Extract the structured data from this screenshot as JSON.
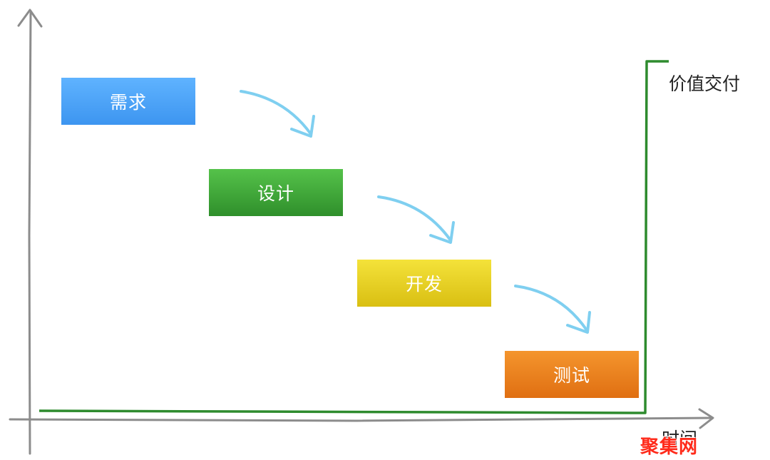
{
  "stages": [
    {
      "label": "需求",
      "color": "#4aa6fb"
    },
    {
      "label": "设计",
      "color": "#3aa436"
    },
    {
      "label": "开发",
      "color": "#e8cf20"
    },
    {
      "label": "测试",
      "color": "#eb7f1c"
    }
  ],
  "axes": {
    "y_label": "价值交付",
    "x_label": "时间"
  },
  "colors": {
    "axis": "#8c8c8c",
    "value_line": "#2e8b2e",
    "arrow": "#7fcff0"
  },
  "watermark": "聚集网"
}
